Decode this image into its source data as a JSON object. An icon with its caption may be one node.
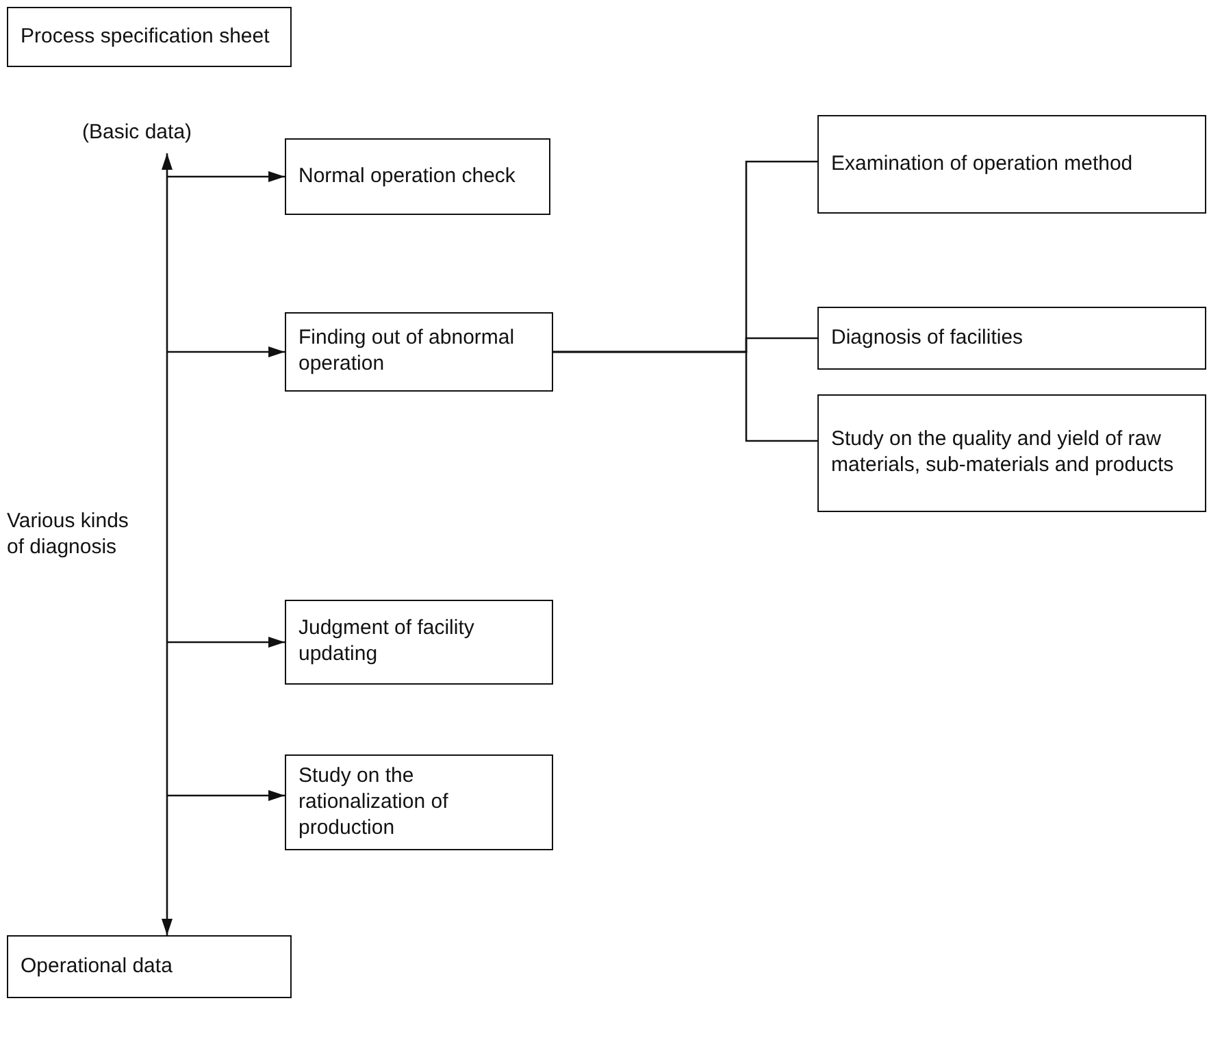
{
  "diagram": {
    "nodes": [
      {
        "text": [
          "Process specification sheet"
        ]
      },
      {
        "text": [
          "Normal operation check"
        ]
      },
      {
        "text": [
          "Finding out of abnormal operation"
        ]
      },
      {
        "text": [
          "Examination of operation method"
        ]
      },
      {
        "text": [
          "Diagnosis of facilities"
        ]
      },
      {
        "text": [
          "Study on the quality and yield of raw materials, sub-materials and products"
        ]
      },
      {
        "text": [
          "Judgment of facility updating"
        ]
      },
      {
        "text": [
          "Study on the rationalization of production"
        ]
      },
      {
        "text": [
          "Operational data"
        ]
      }
    ],
    "edges": [
      {
        "from": 0,
        "to": 8,
        "arrow": "both"
      },
      {
        "from": null,
        "to": 1,
        "arrow": "to"
      },
      {
        "from": null,
        "to": 2,
        "arrow": "to"
      },
      {
        "from": 2,
        "to": 3,
        "arrow": "none"
      },
      {
        "from": 2,
        "to": 4,
        "arrow": "none"
      },
      {
        "from": 2,
        "to": 5,
        "arrow": "none"
      },
      {
        "from": null,
        "to": 6,
        "arrow": "to"
      },
      {
        "from": null,
        "to": 7,
        "arrow": "to"
      }
    ],
    "labels": [
      "(Basic data)",
      "Various kinds of diagnosis"
    ]
  }
}
